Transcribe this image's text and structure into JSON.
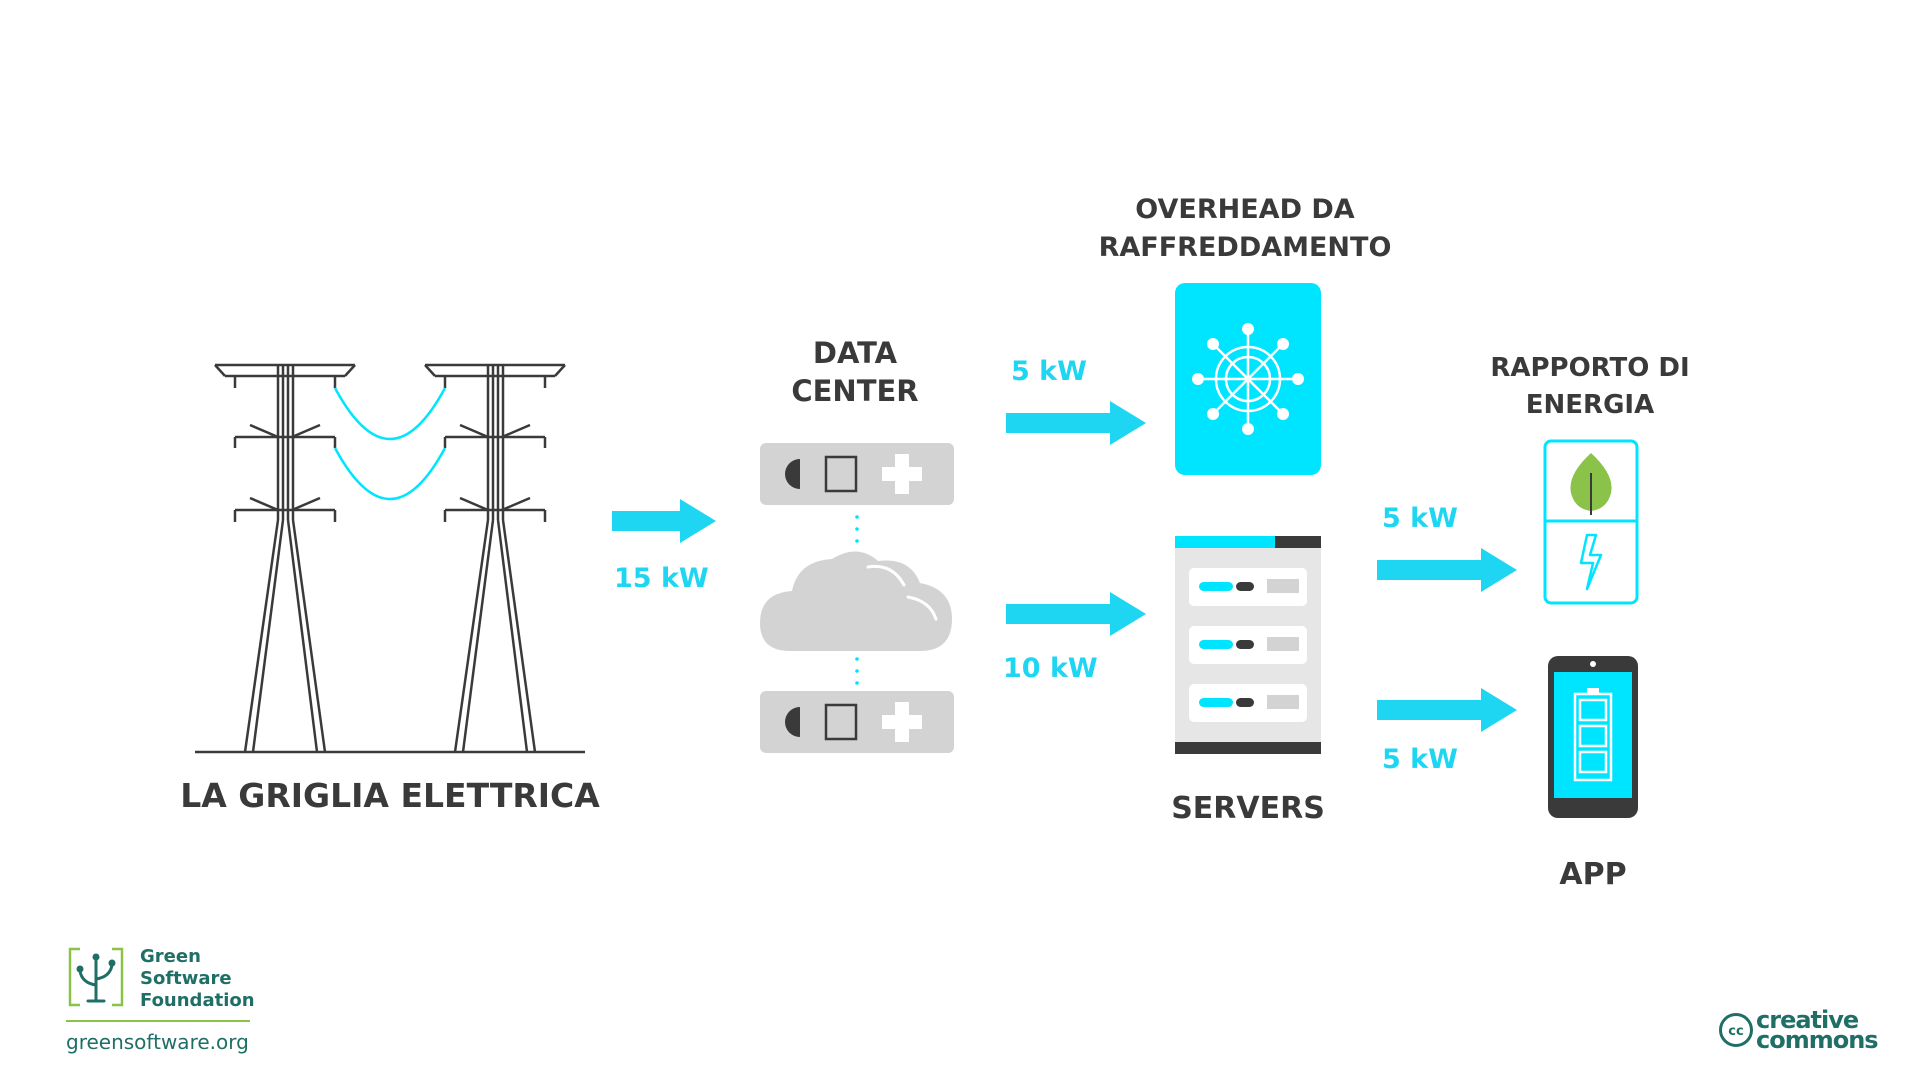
{
  "grid": {
    "label": "LA GRIGLIA ELETTRICA"
  },
  "datacenter": {
    "label_line1": "DATA",
    "label_line2": "CENTER"
  },
  "cooling": {
    "label_line1": "OVERHEAD DA",
    "label_line2": "RAFFREDDAMENTO"
  },
  "servers": {
    "label": "SERVERS"
  },
  "energy_ratio": {
    "label_line1": "RAPPORTO DI",
    "label_line2": "ENERGIA"
  },
  "app": {
    "label": "APP"
  },
  "flows": {
    "grid_to_dc": "15 kW",
    "dc_to_cooling": "5 kW",
    "dc_to_servers": "10 kW",
    "servers_to_ratio": "5 kW",
    "servers_to_app": "5 kW"
  },
  "footer": {
    "gsf_line1": "Green",
    "gsf_line2": "Software",
    "gsf_line3": "Foundation",
    "gsf_url": "greensoftware.org",
    "cc_line1": "creative",
    "cc_line2": "commons",
    "cc_badge": "cc"
  },
  "colors": {
    "accent": "#00e5ff",
    "arrow": "#1fd6f2",
    "dark": "#3a3a3a",
    "gray": "#d3d3d3",
    "brand": "#1f6f67",
    "leaf": "#8bc34a"
  },
  "icons": [
    "power-pylon-icon",
    "server-rack-icon",
    "cloud-icon",
    "cooling-fan-icon",
    "server-icon",
    "leaf-icon",
    "lightning-icon",
    "phone-icon",
    "battery-icon",
    "gsf-logo-icon",
    "cc-logo-icon"
  ]
}
